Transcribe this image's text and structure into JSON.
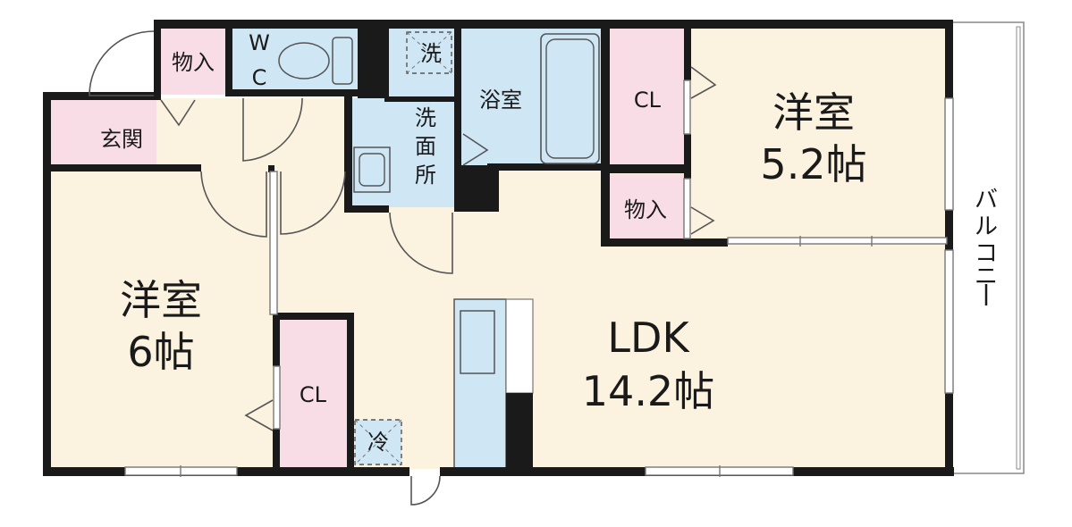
{
  "rooms": {
    "western_a": {
      "name": "洋室",
      "size": "5.2帖"
    },
    "western_b": {
      "name": "洋室",
      "size": "6帖"
    },
    "ldk": {
      "name": "LDK",
      "size": "14.2帖"
    },
    "closet_top": "CL",
    "closet_bottom": "CL",
    "storage_entry": "物入",
    "storage_mid": "物入",
    "entrance": "玄関",
    "washroom": [
      "洗",
      "面",
      "所"
    ],
    "bathroom": "浴室",
    "toilet": [
      "W",
      "C"
    ],
    "balcony": [
      "バ",
      "ル",
      "コ",
      "ニ",
      "ー"
    ],
    "washer": "洗",
    "fridge": "冷"
  },
  "colors": {
    "room_floor": "#fbf3df",
    "wet_area": "#cfe6f4",
    "storage": "#f8dde6",
    "wall": "#1a1a1a",
    "balcony": "#ffffff"
  }
}
